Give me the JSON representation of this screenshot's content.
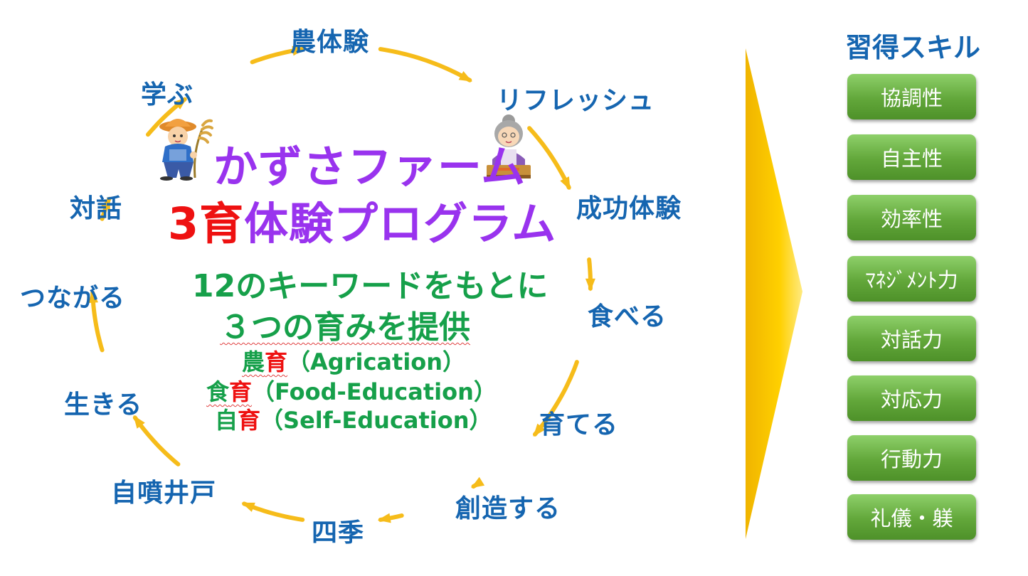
{
  "title": {
    "line1": "かずさファーム",
    "line2_red": "3育",
    "line2_purple": "体験プログラム"
  },
  "keywords": [
    "農体験",
    "リフレッシュ",
    "成功体験",
    "食べる",
    "育てる",
    "創造する",
    "四季",
    "自噴井戸",
    "生きる",
    "つながる",
    "対話",
    "学ぶ"
  ],
  "center": {
    "line1": "12のキーワードをもとに",
    "line2": "３つの育みを提供",
    "items": [
      {
        "prefix": "農",
        "ik": "育",
        "rest": "（Agrication）"
      },
      {
        "prefix": "食",
        "ik": "育",
        "rest": "（Food-Education）"
      },
      {
        "prefix": "自",
        "ik": "育",
        "rest": "（Self-Education）"
      }
    ]
  },
  "skills": {
    "title": "習得スキル",
    "items": [
      "協調性",
      "自主性",
      "効率性",
      "ﾏﾈｼﾞﾒﾝﾄ力",
      "対話力",
      "対応力",
      "行動力",
      "礼儀・躾"
    ]
  },
  "colors": {
    "arc": "#f6bc1a",
    "keyword": "#1565b0",
    "title": "#9933ee",
    "accent_red": "#ee1111",
    "green_text": "#16a04a",
    "skill_box": "#62a73a",
    "big_arrow": "#f5c000"
  },
  "icons": [
    "farmer-boy-icon",
    "grandma-cooking-icon"
  ]
}
